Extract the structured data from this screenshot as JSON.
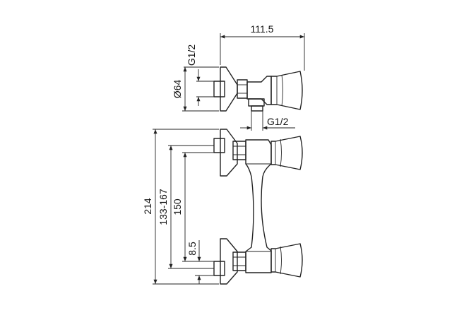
{
  "dimensions": {
    "total_width": "111.5",
    "thread_top": "G1/2",
    "thread_bottom": "G1/2",
    "flange_diameter": "Ø64",
    "overall_height": "214",
    "adjust_range": "133-167",
    "center_distance": "150",
    "offset": "8.5"
  }
}
